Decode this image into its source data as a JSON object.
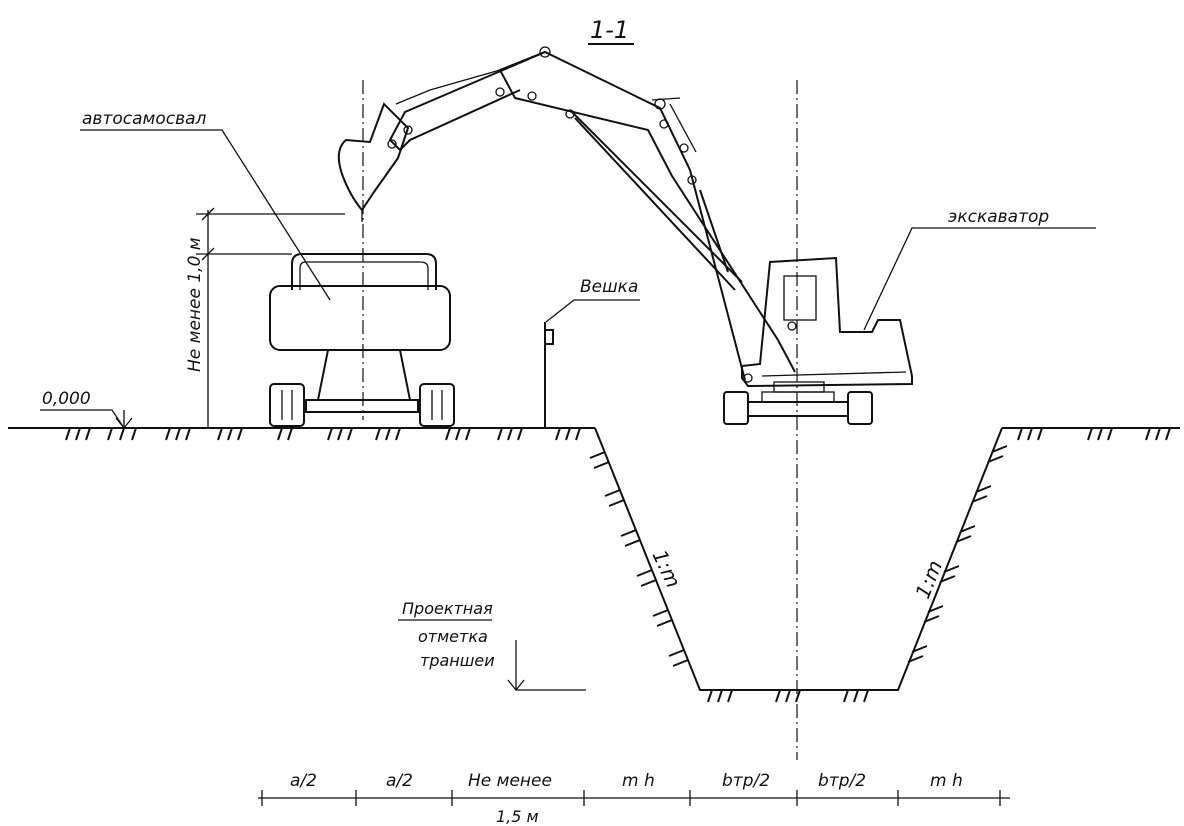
{
  "section_title": "1-1",
  "labels": {
    "dump_truck": "автосамосвал",
    "excavator": "экскаватор",
    "marker": "Вешка",
    "height_min": "Не менее 1,0 м",
    "zero_mark": "0,000",
    "slope_left": "1:m",
    "slope_right": "1:m",
    "design_mark_line1": "Проектная",
    "design_mark_line2": "отметка",
    "design_mark_line3": "траншеи"
  },
  "dimensions": [
    "a/2",
    "a/2",
    "Не менее",
    "m h",
    "bтр/2",
    "bтр/2",
    "m h"
  ],
  "dimension_sub": "1,5 м"
}
